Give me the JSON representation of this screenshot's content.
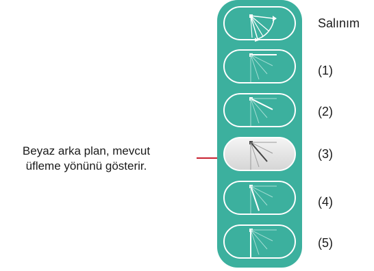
{
  "modes": [
    {
      "label": "Salınım",
      "icon": "swing-icon",
      "active": false
    },
    {
      "label": "(1)",
      "icon": "airflow-position-1-icon",
      "active": false
    },
    {
      "label": "(2)",
      "icon": "airflow-position-2-icon",
      "active": false
    },
    {
      "label": "(3)",
      "icon": "airflow-position-3-icon",
      "active": true
    },
    {
      "label": "(4)",
      "icon": "airflow-position-4-icon",
      "active": false
    },
    {
      "label": "(5)",
      "icon": "airflow-position-5-icon",
      "active": false
    }
  ],
  "callout": {
    "line1": "Beyaz arka plan, mevcut",
    "line2": "üfleme yönünü gösterir."
  },
  "colors": {
    "panel": "#3cb09e",
    "active_background": "#e6e6e6",
    "callout_line": "#c8202f"
  }
}
